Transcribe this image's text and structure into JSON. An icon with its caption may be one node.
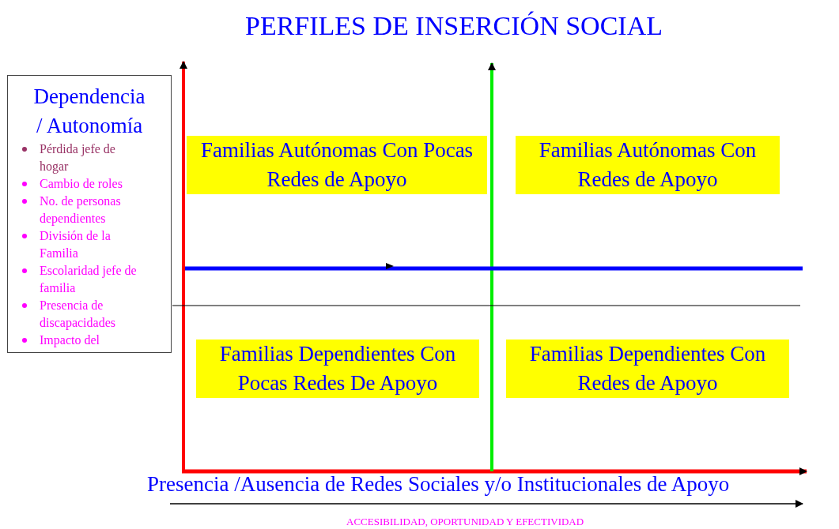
{
  "diagram": {
    "title": "PERFILES DE INSERCIÓN SOCIAL",
    "nodes": [
      {
        "text": [
          "Dependencia / Autonomía",
          "Pérdida jefe de hogar",
          "Cambio de roles",
          "No. de personas dependientes",
          "División de la Familia",
          "Escolaridad jefe de familia",
          "Presencia de discapacidades",
          "Impacto del"
        ]
      },
      {
        "text": [
          "Familias Autónomas Con Pocas Redes de Apoyo"
        ]
      },
      {
        "text": [
          "Familias Autónomas Con Redes de Apoyo"
        ]
      },
      {
        "text": [
          "Familias Dependientes Con Pocas Redes De Apoyo"
        ]
      },
      {
        "text": [
          "Familias Dependientes Con Redes de Apoyo"
        ]
      }
    ],
    "labels": [
      "Presencia /Ausencia de Redes Sociales y/o Institucionales de Apoyo",
      "ACCESIBILIDAD, OPORTUNIDAD Y EFECTIVIDAD"
    ]
  }
}
